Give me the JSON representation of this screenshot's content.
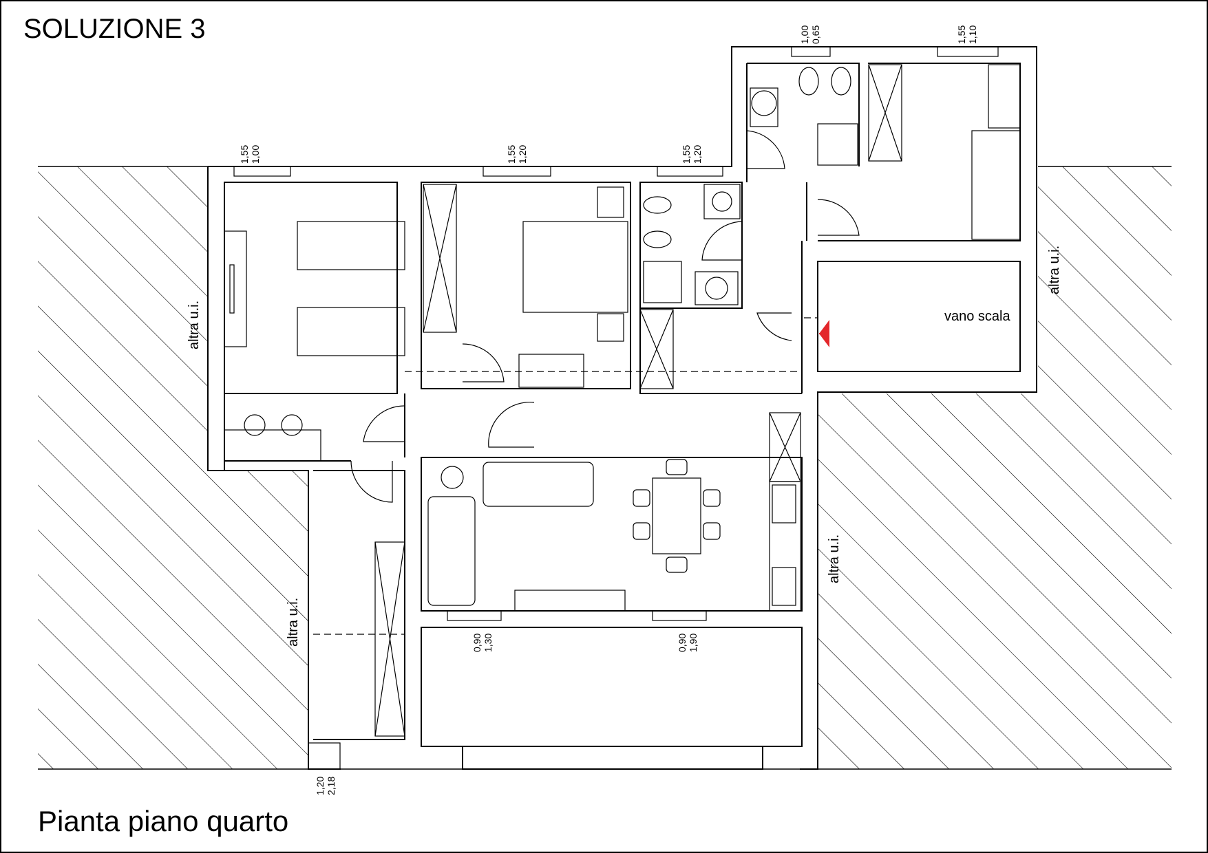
{
  "title": "SOLUZIONE 3",
  "subtitle": "Pianta piano quarto",
  "labels": {
    "altra_left": "altra u.i.",
    "altra_left_low": "altra u.i.",
    "altra_right_mid": "altra u.i.",
    "altra_right_top": "altra u.i.",
    "vano_scala": "vano scala"
  },
  "window_dims": [
    {
      "top": "1,00",
      "bottom": "1,55"
    },
    {
      "top": "1,20",
      "bottom": "1,55"
    },
    {
      "top": "1,20",
      "bottom": "1,55"
    },
    {
      "top": "0,65",
      "bottom": "1,00"
    },
    {
      "top": "1,10",
      "bottom": "1,55"
    },
    {
      "top": "0,90",
      "bottom": "1,30"
    },
    {
      "top": "0,90",
      "bottom": "1,90"
    },
    {
      "top": "1,20",
      "bottom": "2,18"
    }
  ],
  "colors": {
    "line": "#000000",
    "stair_arrow": "#e3262a",
    "background": "#ffffff"
  }
}
